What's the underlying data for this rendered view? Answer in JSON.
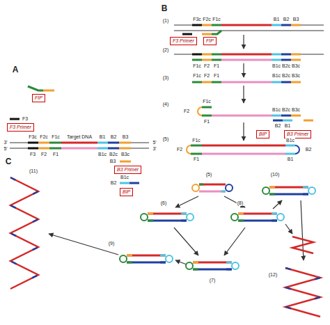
{
  "diagram": {
    "nodes": [
      {
        "text": [
          "FIP"
        ]
      },
      {
        "text": [
          "F3 Primer"
        ]
      },
      {
        "text": [
          "B3 Primer"
        ]
      },
      {
        "text": [
          "BIP"
        ]
      },
      {
        "text": [
          "F3 Primer"
        ]
      },
      {
        "text": [
          "FIP"
        ]
      },
      {
        "text": [
          "BIP"
        ]
      },
      {
        "text": [
          "B3 Primer"
        ]
      }
    ],
    "labels": [
      "A",
      "B",
      "C",
      "F3c",
      "F2c",
      "F1c",
      "Target DNA",
      "B1",
      "B2",
      "B3",
      "F3",
      "F2",
      "F1",
      "B1c",
      "B2c",
      "B3c",
      "3'",
      "5'",
      "5'",
      "3'",
      "F3",
      "B3",
      "B1c",
      "B2",
      "(1)",
      "(2)",
      "(3)",
      "(4)",
      "(5)",
      "F3c",
      "F2c",
      "F1c",
      "B1",
      "B2",
      "B3",
      "F1c",
      "F2",
      "F1",
      "B1c",
      "B2c",
      "B3c",
      "F1c",
      "F2",
      "F1",
      "B1c",
      "B2c",
      "B3c",
      "F2",
      "F1c",
      "F1",
      "B1c",
      "B2c",
      "B3c",
      "B2",
      "B1",
      "F2",
      "F1c",
      "F1",
      "B1c",
      "B2",
      "B1",
      "(5)",
      "(6)",
      "(7)",
      "(8)",
      "(9)",
      "(10)",
      "(11)",
      "(12)"
    ]
  }
}
